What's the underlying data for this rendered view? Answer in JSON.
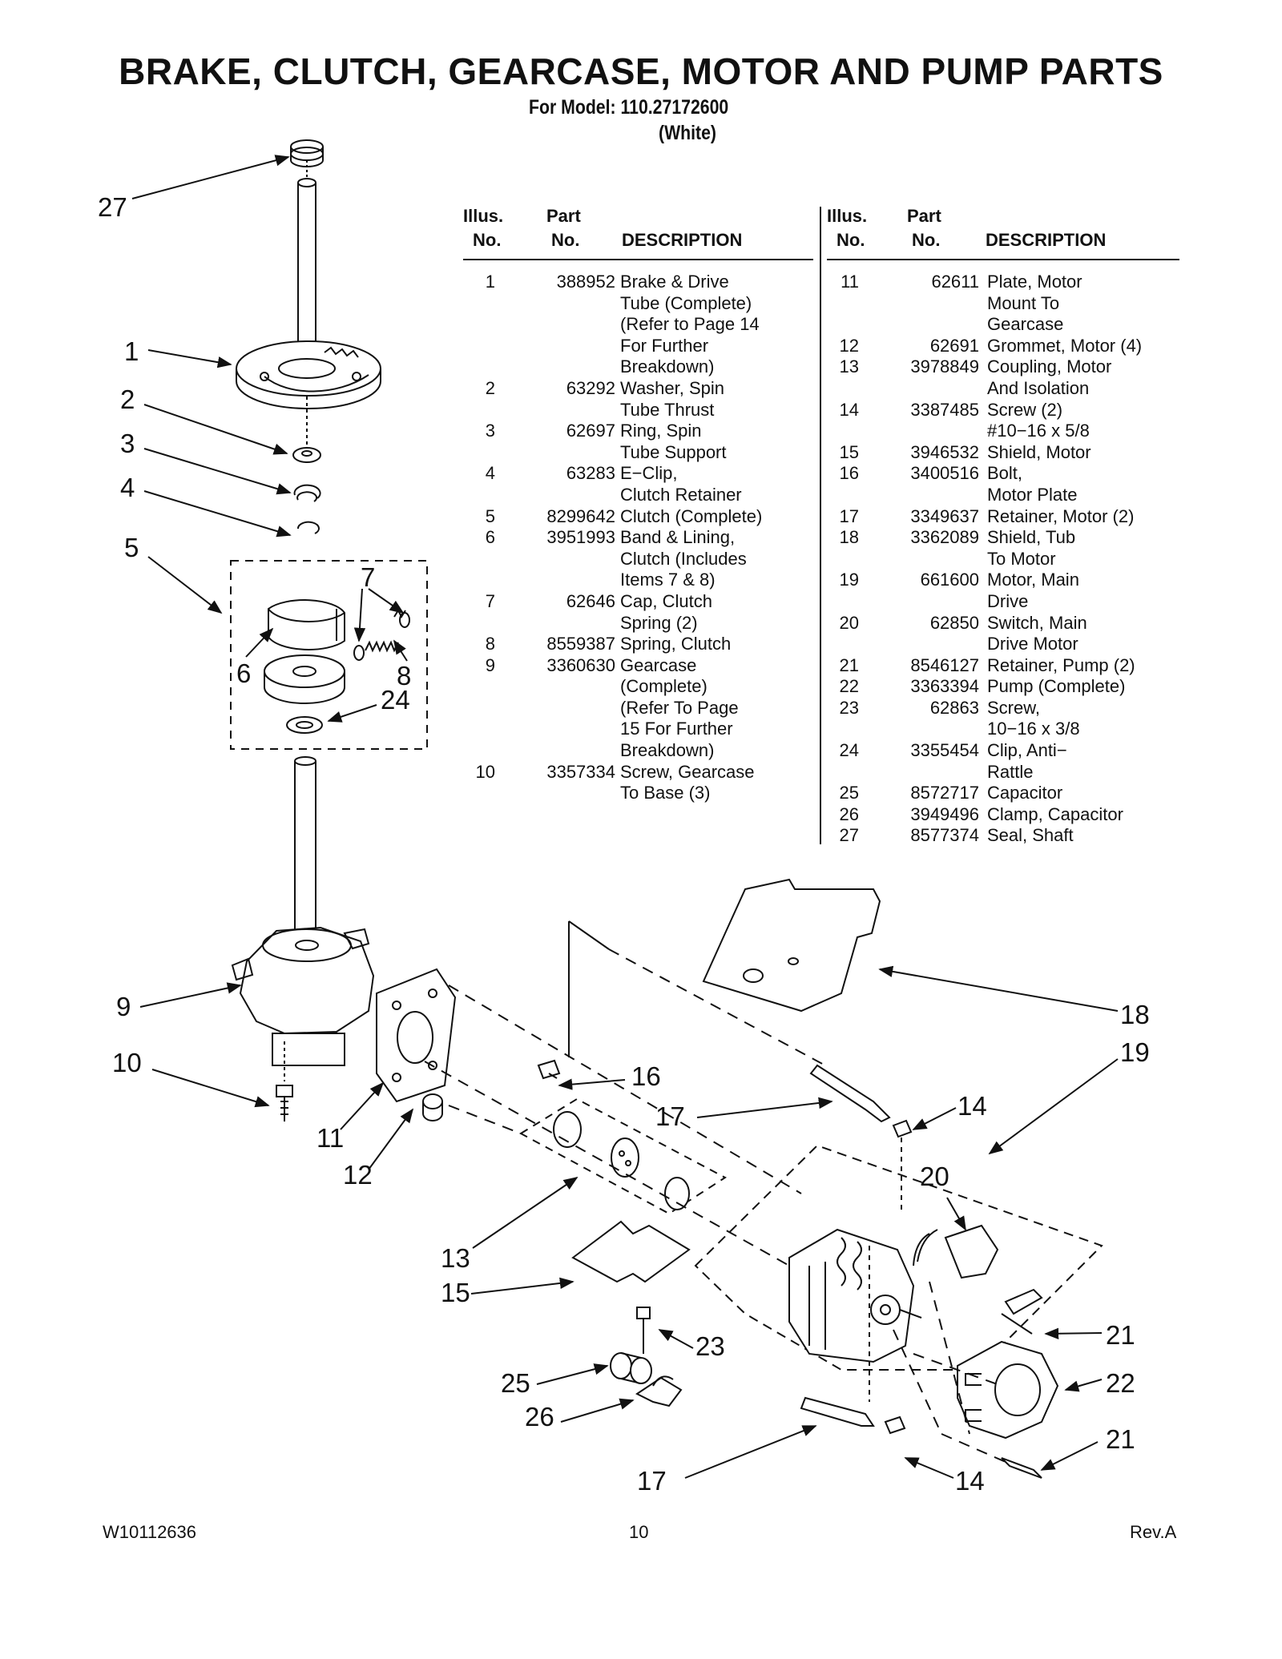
{
  "page": {
    "title": "BRAKE, CLUTCH, GEARCASE, MOTOR AND PUMP PARTS",
    "model_line": "For Model: 110.27172600",
    "variant": "(White)"
  },
  "table": {
    "headers": {
      "illus_top": "Illus.",
      "illus_bottom": "No.",
      "part_top": "Part",
      "part_bottom": "No.",
      "description": "DESCRIPTION"
    },
    "left": [
      {
        "illus": "1",
        "part": "388952",
        "desc": "Brake & Drive\nTube (Complete)\n(Refer to Page 14\nFor Further\nBreakdown)"
      },
      {
        "illus": "2",
        "part": "63292",
        "desc": "Washer, Spin\nTube Thrust"
      },
      {
        "illus": "3",
        "part": "62697",
        "desc": "Ring, Spin\nTube Support"
      },
      {
        "illus": "4",
        "part": "63283",
        "desc": "E−Clip,\nClutch Retainer"
      },
      {
        "illus": "5",
        "part": "8299642",
        "desc": "Clutch (Complete)"
      },
      {
        "illus": "6",
        "part": "3951993",
        "desc": "Band & Lining,\nClutch (Includes\nItems 7 & 8)"
      },
      {
        "illus": "7",
        "part": "62646",
        "desc": "Cap, Clutch\nSpring (2)"
      },
      {
        "illus": "8",
        "part": "8559387",
        "desc": "Spring, Clutch"
      },
      {
        "illus": "9",
        "part": "3360630",
        "desc": "Gearcase\n(Complete)\n(Refer To Page\n15 For Further\nBreakdown)"
      },
      {
        "illus": "10",
        "part": "3357334",
        "desc": "Screw, Gearcase\nTo Base (3)"
      }
    ],
    "right": [
      {
        "illus": "11",
        "part": "62611",
        "desc": "Plate, Motor\nMount To\nGearcase"
      },
      {
        "illus": "12",
        "part": "62691",
        "desc": "Grommet, Motor (4)"
      },
      {
        "illus": "13",
        "part": "3978849",
        "desc": "Coupling, Motor\nAnd Isolation"
      },
      {
        "illus": "14",
        "part": "3387485",
        "desc": "Screw (2)\n#10−16 x 5/8"
      },
      {
        "illus": "15",
        "part": "3946532",
        "desc": "Shield, Motor"
      },
      {
        "illus": "16",
        "part": "3400516",
        "desc": "Bolt,\nMotor Plate"
      },
      {
        "illus": "17",
        "part": "3349637",
        "desc": "Retainer, Motor (2)"
      },
      {
        "illus": "18",
        "part": "3362089",
        "desc": "Shield, Tub\nTo Motor"
      },
      {
        "illus": "19",
        "part": "661600",
        "desc": "Motor, Main\nDrive"
      },
      {
        "illus": "20",
        "part": "62850",
        "desc": "Switch, Main\nDrive Motor"
      },
      {
        "illus": "21",
        "part": "8546127",
        "desc": "Retainer, Pump (2)"
      },
      {
        "illus": "22",
        "part": "3363394",
        "desc": "Pump (Complete)"
      },
      {
        "illus": "23",
        "part": "62863",
        "desc": "Screw,\n10−16 x 3/8"
      },
      {
        "illus": "24",
        "part": "3355454",
        "desc": "Clip, Anti−\nRattle"
      },
      {
        "illus": "25",
        "part": "8572717",
        "desc": "Capacitor"
      },
      {
        "illus": "26",
        "part": "3949496",
        "desc": "Clamp, Capacitor"
      },
      {
        "illus": "27",
        "part": "8577374",
        "desc": "Seal, Shaft"
      }
    ]
  },
  "callouts": {
    "c27": "27",
    "c1": "1",
    "c2": "2",
    "c3": "3",
    "c4": "4",
    "c5": "5",
    "c6": "6",
    "c7": "7",
    "c8": "8",
    "c24": "24",
    "c9": "9",
    "c10": "10",
    "c11": "11",
    "c12": "12",
    "c13": "13",
    "c15": "15",
    "c16": "16",
    "c17a": "17",
    "c17b": "17",
    "c18": "18",
    "c19": "19",
    "c14a": "14",
    "c14b": "14",
    "c20": "20",
    "c21a": "21",
    "c21b": "21",
    "c22": "22",
    "c23": "23",
    "c25": "25",
    "c26": "26"
  },
  "footer": {
    "doc_number": "W10112636",
    "page_number": "10",
    "revision": "Rev.A"
  }
}
